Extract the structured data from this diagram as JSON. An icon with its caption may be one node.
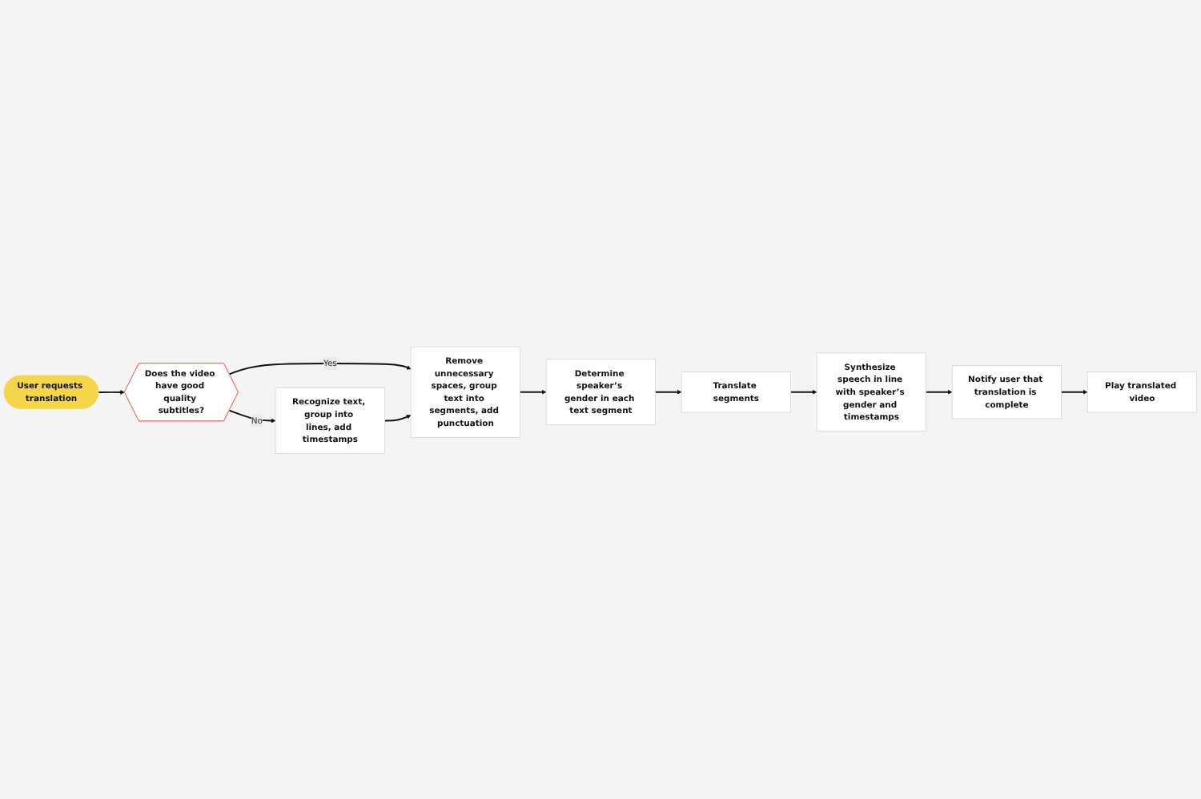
{
  "diagram": {
    "nodes": [
      {
        "text": [
          "User requests translation"
        ]
      },
      {
        "text": [
          "Does the video have good quality subtitles?"
        ]
      },
      {
        "text": [
          "Recognize text, group into lines, add timestamps"
        ]
      },
      {
        "text": [
          "Remove unnecessary spaces, group text into segments, add punctuation"
        ]
      },
      {
        "text": [
          "Determine speaker’s gender in each text segment"
        ]
      },
      {
        "text": [
          "Translate segments"
        ]
      },
      {
        "text": [
          "Synthesize speech in line with speaker’s gender and timestamps"
        ]
      },
      {
        "text": [
          "Notify user that translation is complete"
        ]
      },
      {
        "text": [
          "Play translated video"
        ]
      }
    ],
    "edges": [
      {
        "from": 0,
        "to": 1,
        "arrow": "to"
      },
      {
        "from": 1,
        "to": 2,
        "arrow": "to",
        "label": "No"
      },
      {
        "from": 1,
        "to": 3,
        "arrow": "to",
        "label": "Yes"
      },
      {
        "from": 2,
        "to": 3,
        "arrow": "to"
      },
      {
        "from": 3,
        "to": 4,
        "arrow": "to"
      },
      {
        "from": 4,
        "to": 5,
        "arrow": "to"
      },
      {
        "from": 5,
        "to": 6,
        "arrow": "to"
      },
      {
        "from": 6,
        "to": 7,
        "arrow": "to"
      },
      {
        "from": 7,
        "to": 8,
        "arrow": "to"
      }
    ]
  }
}
